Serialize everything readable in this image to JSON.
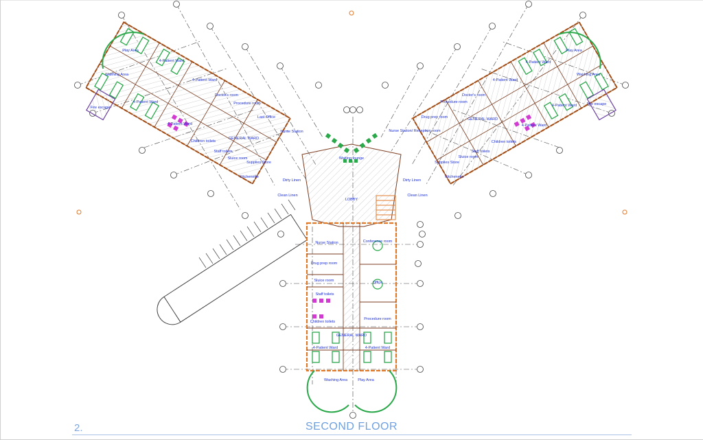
{
  "caption": {
    "number": "2.",
    "title": "SECOND FLOOR"
  },
  "colors": {
    "wall": "#7a3b1f",
    "outer_wall": "#e07a2b",
    "bed": "#2aa84a",
    "toilet": "#d13bd1",
    "label": "#1c2fd6",
    "grid": "#444444",
    "hatch": "#b8b8b8",
    "caption": "#6fa0e0"
  },
  "wings": {
    "left": {
      "rooms": [
        "Play Area",
        "Washing Area",
        "Fire escape",
        "4-Patient Ward",
        "4-Patient Ward",
        "4-Patient Ward",
        "4-Patient Ward",
        "Doctor's room",
        "Procedure room",
        "Last Office",
        "Nurse Station",
        "GENERAL WARD",
        "Children toilets",
        "Staff toilets",
        "Sluice room",
        "Supplies Store",
        "Kitchenette",
        "Dirty Linen",
        "Clean Linen"
      ]
    },
    "right": {
      "rooms": [
        "Play Area",
        "Washing Area",
        "Fire escape",
        "4-Patient Ward",
        "4-Patient Ward",
        "4-Patient Ward",
        "4-Patient Ward",
        "Doctor's room",
        "Procedure room",
        "Drug prep room",
        "Nurse Station/ Reception room",
        "GENERAL WARD",
        "Children toilets",
        "Staff toilets",
        "Sluice room",
        "Supplies Store",
        "Kitchenette",
        "Dirty Linen",
        "Clean Linen"
      ]
    },
    "bottom": {
      "rooms": [
        "Nurse Station",
        "Conference room",
        "Drug prep room",
        "Sluice room",
        "Office",
        "Staff toilets",
        "Children toilets",
        "Procedure room",
        "GENERAL WARD",
        "4-Patient Ward",
        "4-Patient Ward",
        "Washing Area",
        "Play Area"
      ]
    },
    "center": {
      "rooms": [
        "Waiting lounge",
        "LOBBY"
      ]
    }
  }
}
